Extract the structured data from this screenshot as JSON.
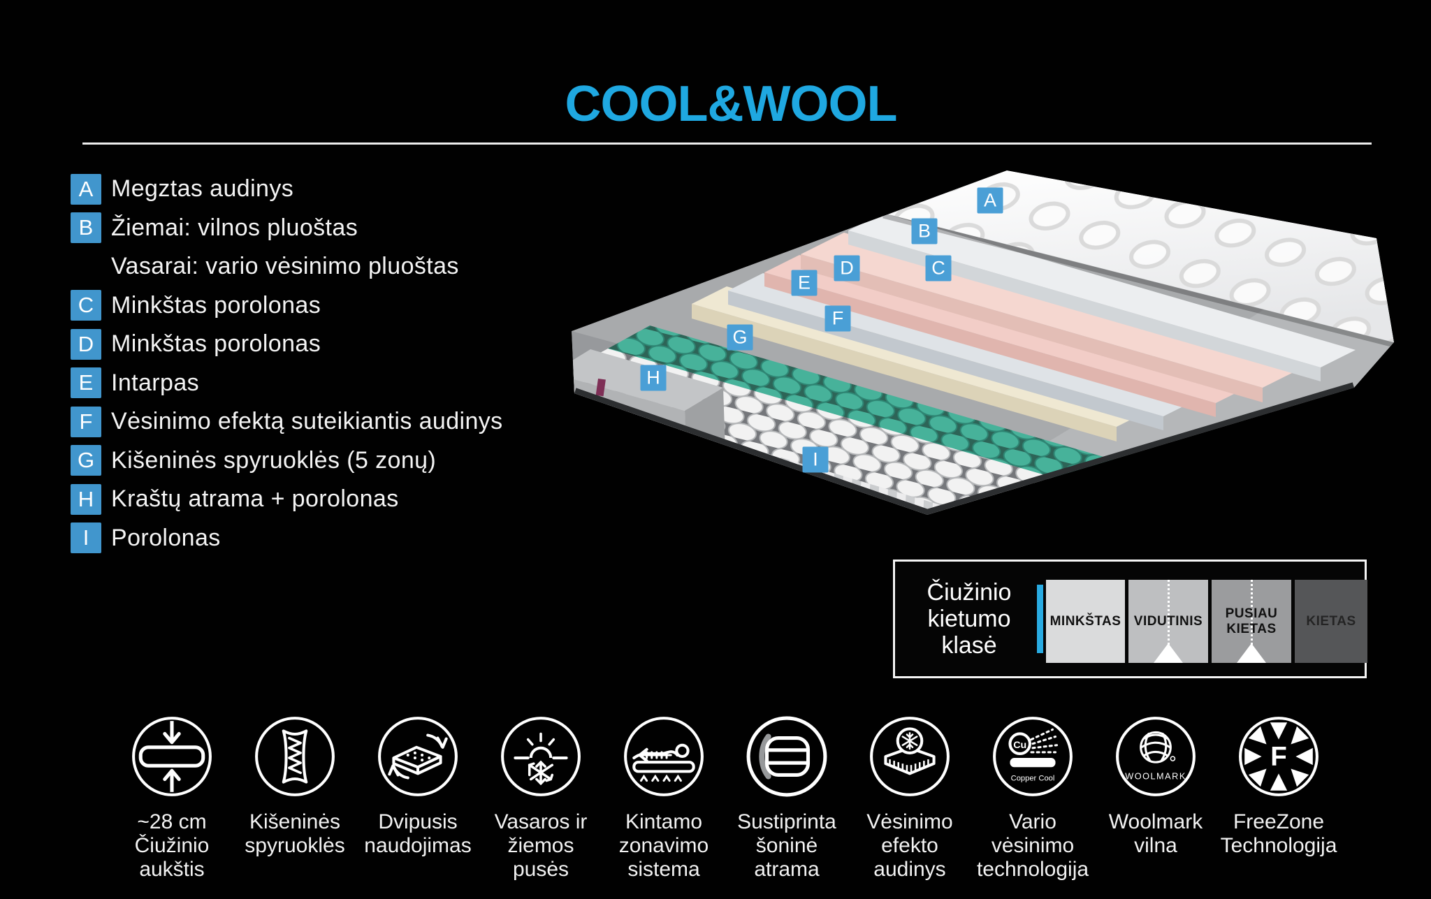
{
  "title": "COOL&WOOL",
  "colors": {
    "accent": "#1fa8e1",
    "badge_blue": "#4196cd",
    "marker_blue": "#4a9fd6",
    "springs_teal": "#47b29a",
    "layer_pink": "#f3d2cb",
    "layer_cream": "#efe8d2",
    "firmness_bar": "#29abe2"
  },
  "legend": {
    "items": [
      {
        "letter": "A",
        "text": "Megztas audinys"
      },
      {
        "letter": "B",
        "text": "Žiemai: vilnos pluoštas"
      },
      {
        "letter": "",
        "text": "Vasarai: vario vėsinimo pluoštas"
      },
      {
        "letter": "C",
        "text": "Minkštas porolonas"
      },
      {
        "letter": "D",
        "text": "Minkštas porolonas"
      },
      {
        "letter": "E",
        "text": "Intarpas"
      },
      {
        "letter": "F",
        "text": "Vėsinimo efektą suteikiantis audinys"
      },
      {
        "letter": "G",
        "text": "Kišeninės spyruoklės (5 zonų)"
      },
      {
        "letter": "H",
        "text": "Kraštų atrama + porolonas"
      },
      {
        "letter": "I",
        "text": "Porolonas"
      }
    ]
  },
  "diagram": {
    "markers": [
      {
        "letter": "A"
      },
      {
        "letter": "B"
      },
      {
        "letter": "C"
      },
      {
        "letter": "D"
      },
      {
        "letter": "E"
      },
      {
        "letter": "F"
      },
      {
        "letter": "G"
      },
      {
        "letter": "H"
      },
      {
        "letter": "I"
      }
    ]
  },
  "firmness": {
    "title_lines": [
      "Čiužinio",
      "kietumo",
      "klasė"
    ],
    "levels": [
      {
        "label": "MINKŠTAS",
        "color": "#dadbdc",
        "selected": false
      },
      {
        "label": "VIDUTINIS",
        "color": "#bebfc1",
        "selected": true
      },
      {
        "label": "PUSIAU KIETAS",
        "color": "#9b9c9e",
        "selected": true
      },
      {
        "label": "KIETAS",
        "color": "#555658",
        "selected": false
      }
    ]
  },
  "features": [
    {
      "icon": "mattress-height-icon",
      "lines": [
        "~28 cm",
        "Čiužinio",
        "aukštis"
      ]
    },
    {
      "icon": "pocket-springs-icon",
      "lines": [
        "Kišeninės",
        "spyruoklės"
      ]
    },
    {
      "icon": "two-sided-use-icon",
      "lines": [
        "Dvipusis",
        "naudojimas"
      ]
    },
    {
      "icon": "summer-winter-icon",
      "lines": [
        "Vasaros ir",
        "žiemos",
        "pusės"
      ]
    },
    {
      "icon": "zoning-system-icon",
      "lines": [
        "Kintamo",
        "zonavimo",
        "sistema"
      ]
    },
    {
      "icon": "side-support-icon",
      "lines": [
        "Sustiprinta",
        "šoninė",
        "atrama"
      ]
    },
    {
      "icon": "cooling-fabric-icon",
      "lines": [
        "Vėsinimo",
        "efekto",
        "audinys"
      ]
    },
    {
      "icon": "copper-cooling-icon",
      "lines": [
        "Vario",
        "vėsinimo",
        "technologija"
      ],
      "icon_text": "Cu",
      "icon_caption": "Copper Cool"
    },
    {
      "icon": "woolmark-icon",
      "lines": [
        "Woolmark",
        "vilna"
      ],
      "icon_caption": "WOOLMARK"
    },
    {
      "icon": "freezone-icon",
      "lines": [
        "FreeZone",
        "Technologija"
      ],
      "icon_text": "F"
    }
  ]
}
